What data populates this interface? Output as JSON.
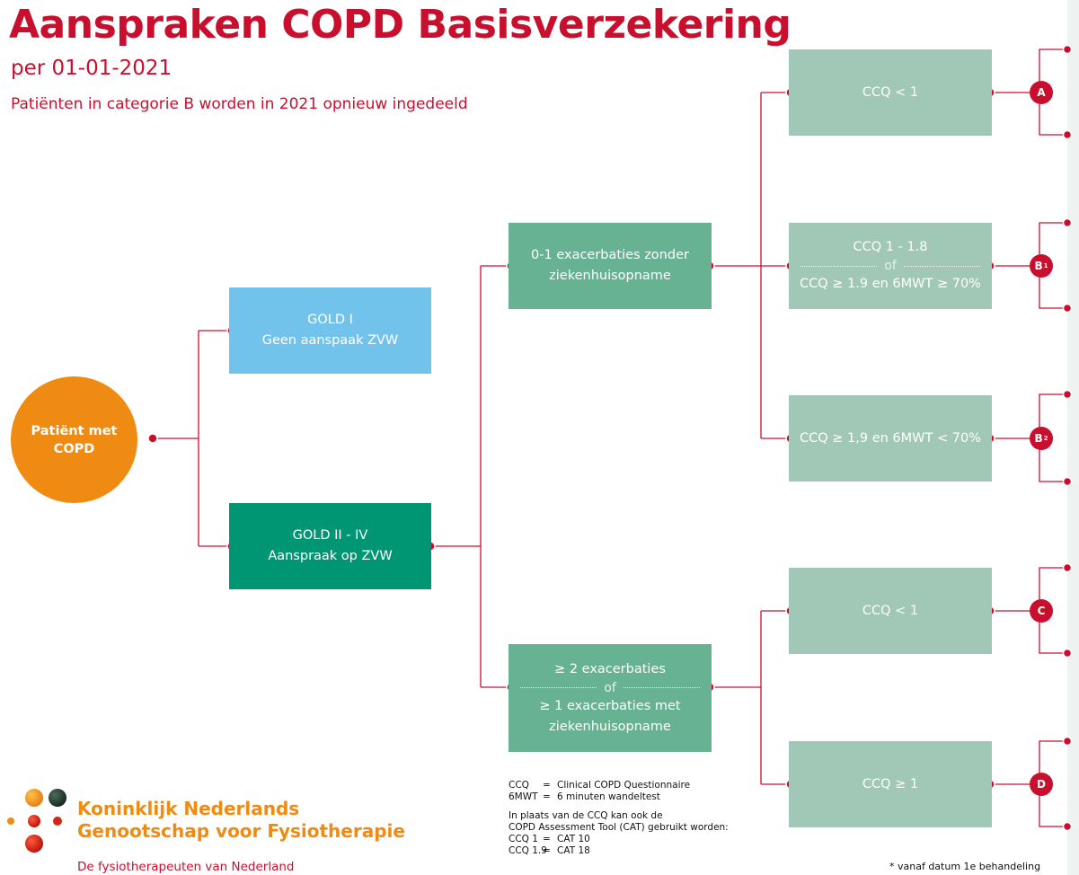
{
  "header": {
    "title": "Aanspraken COPD Basisverzekering",
    "date": "per 01-01-2021",
    "note": "Patiënten in categorie B worden in 2021 opnieuw ingedeeld"
  },
  "root": {
    "line1": "Patiënt met",
    "line2": "COPD"
  },
  "gold1": {
    "line1": "GOLD I",
    "line2": "Geen aanspaak ZVW"
  },
  "gold2": {
    "line1": "GOLD II - IV",
    "line2": "Aanspraak op ZVW"
  },
  "mid1": {
    "line1": "0-1 exacerbaties zonder",
    "line2": "ziekenhuisopname"
  },
  "mid2": {
    "line1": "≥ 2 exacerbaties",
    "or": "of",
    "line2": "≥ 1 exacerbaties met",
    "line3": "ziekenhuisopname"
  },
  "right": {
    "a": "CCQ < 1",
    "b1_top": "CCQ 1 - 1.8",
    "b1_or": "of",
    "b1_bottom": "CCQ ≥ 1.9 en 6MWT ≥ 70%",
    "b2": "CCQ ≥ 1,9 en 6MWT < 70%",
    "c": "CCQ < 1",
    "d": "CCQ ≥ 1"
  },
  "badges": {
    "a": "A",
    "b1": "B",
    "b1_sup": "1",
    "b2": "B",
    "b2_sup": "2",
    "c": "C",
    "d": "D"
  },
  "logo": {
    "line1": "Koninklijk Nederlands",
    "line2": "Genootschap voor Fysiotherapie",
    "tagline": "De fysiotherapeuten van Nederland"
  },
  "legend": {
    "ccq_key": "CCQ",
    "ccq_eq": "=",
    "ccq_val": "Clinical COPD Questionnaire",
    "mwt_key": "6MWT",
    "mwt_eq": "=",
    "mwt_val": "6 minuten wandeltest",
    "alt1": "In plaats van de CCQ kan ook de",
    "alt2": "COPD Assessment Tool (CAT) gebruikt worden:",
    "m1_key": "CCQ 1",
    "m1_eq": "=",
    "m1_val": "CAT 10",
    "m2_key": "CCQ 1.9",
    "m2_eq": "=",
    "m2_val": "CAT 18"
  },
  "footnote": "* vanaf datum 1e behandeling",
  "colors": {
    "brand_red": "#c8102e",
    "orange": "#ef8a12",
    "gold1_blue": "#72c3ec",
    "gold2_green": "#009673",
    "mid_green": "#68b294",
    "light_green": "#a1c8b7"
  }
}
